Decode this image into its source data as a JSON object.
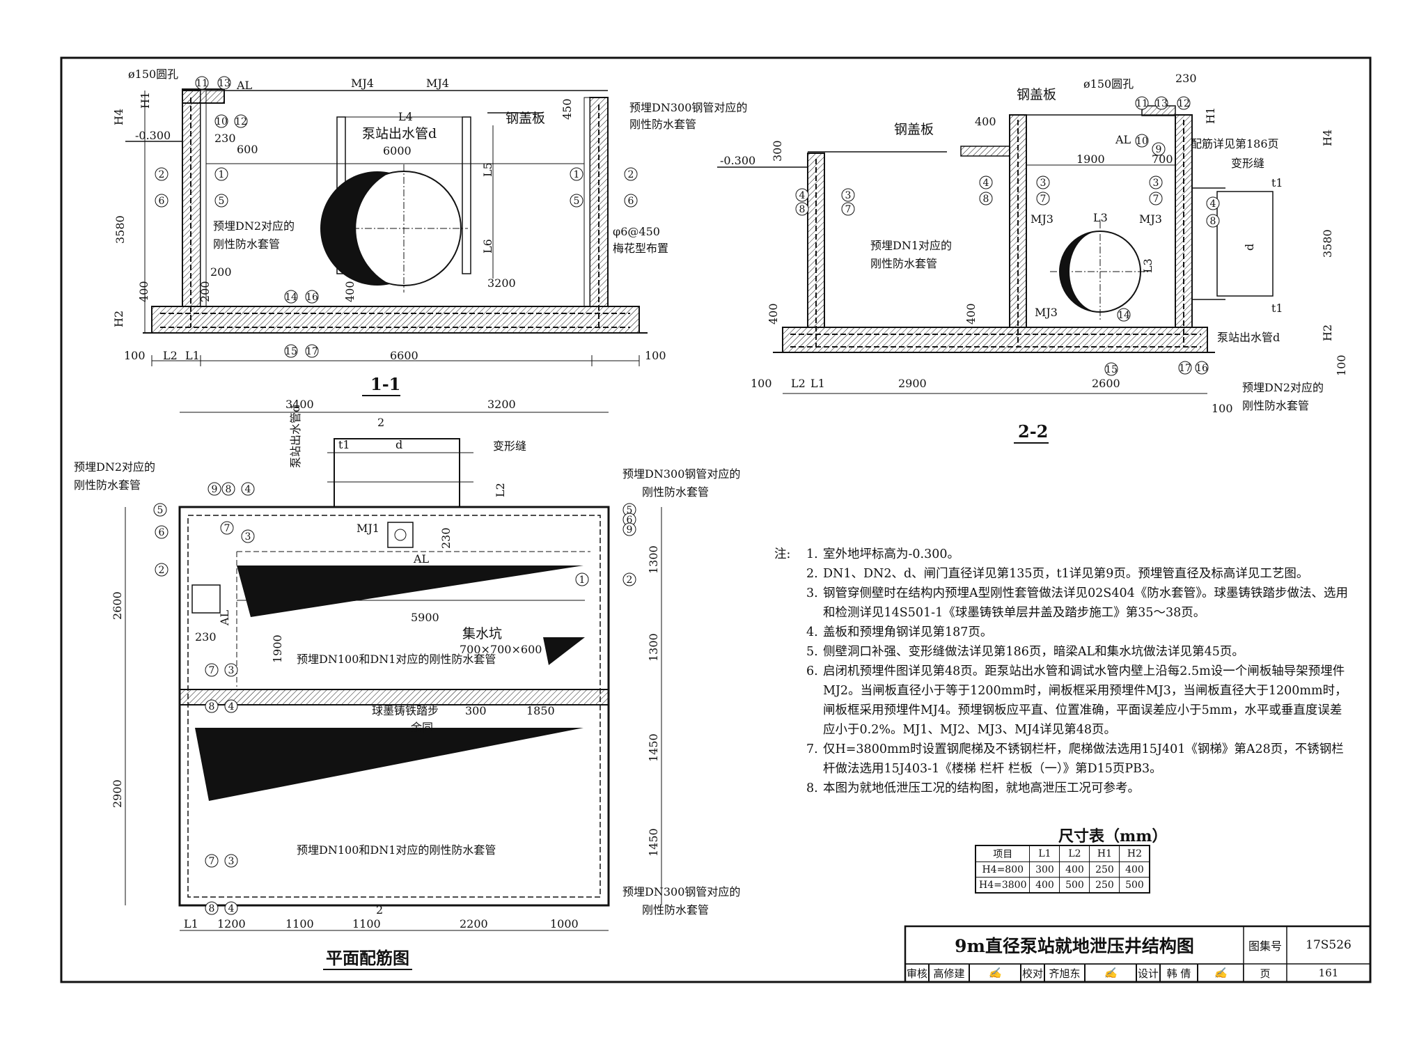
{
  "section_1_1": {
    "title": "1-1",
    "hole_label": "ø150圆孔",
    "al_label": "AL",
    "mj4_a": "MJ4",
    "mj4_b": "MJ4",
    "l4": "L4",
    "outlet_pipe": "泵站出水管d",
    "steel_cover": "钢盖板",
    "embedded_dn300": "预埋DN300钢管对应的",
    "rigid_sleeve": "刚性防水套管",
    "embedded_dn2": "预埋DN2对应的",
    "rebar_note": "φ6@450",
    "plum_layout": "梅花型布置",
    "dims": {
      "h4": "H4",
      "h1": "H1",
      "elev": "-0.300",
      "d230": "230",
      "d600": "600",
      "d6000": "6000",
      "d450": "450",
      "d3580": "3580",
      "d200a": "200",
      "d200b": "200",
      "d400a": "400",
      "d400b": "400",
      "d3200": "3200",
      "h2": "H2",
      "d100a": "100",
      "d100b": "100",
      "l2": "L2",
      "l1": "L1",
      "d6600": "6600",
      "l5": "L5",
      "l6": "L6"
    }
  },
  "section_2_2": {
    "title": "2-2",
    "steel_cover_a": "钢盖板",
    "steel_cover_b": "钢盖板",
    "hole_label": "ø150圆孔",
    "al_label": "AL",
    "rebar_ref": "配筋详见第186页",
    "expansion_joint": "变形缝",
    "embedded_dn1": "预埋DN1对应的",
    "rigid_sleeve": "刚性防水套管",
    "outlet_pipe": "泵站出水管d",
    "embedded_dn2": "预埋DN2对应的",
    "mj3_a": "MJ3",
    "mj3_b": "MJ3",
    "mj3_c": "MJ3",
    "dims": {
      "d230": "230",
      "d400": "400",
      "elev": "-0.300",
      "d300": "300",
      "d1900": "1900",
      "d700": "700",
      "d3580": "3580",
      "l3a": "L3",
      "l3b": "L3",
      "d": "d",
      "t1a": "t1",
      "t1b": "t1",
      "d400a": "400",
      "d400b": "400",
      "d100a": "100",
      "d100b": "100",
      "d100c": "100",
      "l2": "L2",
      "l1": "L1",
      "d2900": "2900",
      "d2600": "2600",
      "h1": "H1",
      "h4": "H4",
      "h2": "H2"
    }
  },
  "plan": {
    "title": "平面配筋图",
    "outlet_pipe": "泵站出水管d",
    "expansion_joint": "变形缝",
    "embedded_dn2": "预埋DN2对应的",
    "rigid_sleeve": "刚性防水套管",
    "embedded_dn300": "预埋DN300钢管对应的",
    "mj1": "MJ1",
    "al": "AL",
    "sump": "集水坑",
    "sump_size": "700×700×600",
    "embedded_dn100": "预埋DN100和DN1对应的刚性防水套管",
    "ladder": "球墨铸铁踏步",
    "same": "余同",
    "dims": {
      "d3400": "3400",
      "d3200": "3200",
      "d2600": "2600",
      "d2900": "2900",
      "d5900": "5900",
      "d1900": "1900",
      "d230a": "230",
      "d230b": "230",
      "d1300a": "1300",
      "d1300b": "1300",
      "d1450a": "1450",
      "d1450b": "1450",
      "d300": "300",
      "d1850": "1850",
      "d1200": "1200",
      "d1100a": "1100",
      "d1100b": "1100",
      "d2200": "2200",
      "d1000": "1000",
      "l1": "L1",
      "l2": "L2",
      "t1": "t1",
      "d": "d",
      "cut2": "2"
    }
  },
  "notes": {
    "heading": "注:",
    "items": [
      "室外地坪标高为-0.300。",
      "DN1、DN2、d、闸门直径详见第135页，t1详见第9页。预埋管直径及标高详见工艺图。",
      "钢管穿侧壁时在结构内预埋A型刚性套管做法详见02S404《防水套管》。球墨铸铁踏步做法、选用和检测详见14S501-1《球墨铸铁单层井盖及踏步施工》第35～38页。",
      "盖板和预埋角钢详见第187页。",
      "侧壁洞口补强、变形缝做法详见第186页，暗梁AL和集水坑做法详见第45页。",
      "启闭机预埋件图详见第48页。距泵站出水管和调试水管内壁上沿每2.5m设一个闸板轴导架预埋件MJ2。当闸板直径小于等于1200mm时，闸板框采用预埋件MJ3，当闸板直径大于1200mm时，闸板框采用预埋件MJ4。预埋钢板应平直、位置准确，平面误差应小于5mm，水平或垂直度误差应小于0.2%。MJ1、MJ2、MJ3、MJ4详见第48页。",
      "仅H=3800mm时设置钢爬梯及不锈钢栏杆，爬梯做法选用15J401《钢梯》第A28页，不锈钢栏杆做法选用15J403-1《楼梯 栏杆 栏板（一）》第D15页PB3。",
      "本图为就地低泄压工况的结构图，就地高泄压工况可参考。"
    ]
  },
  "dimension_table": {
    "title": "尺寸表（mm）",
    "headers": [
      "项目",
      "L1",
      "L2",
      "H1",
      "H2"
    ],
    "rows": [
      [
        "H4=800",
        "300",
        "400",
        "250",
        "400"
      ],
      [
        "H4=3800",
        "400",
        "500",
        "250",
        "500"
      ]
    ]
  },
  "title_block": {
    "drawing_title": "9m直径泵站就地泄压井结构图",
    "atlas_label": "图集号",
    "atlas_no": "17S526",
    "review_label": "审核",
    "reviewer": "高修建",
    "check_label": "校对",
    "checker": "齐旭东",
    "design_label": "设计",
    "designer": "韩 倩",
    "page_label": "页",
    "page_no": "161"
  }
}
